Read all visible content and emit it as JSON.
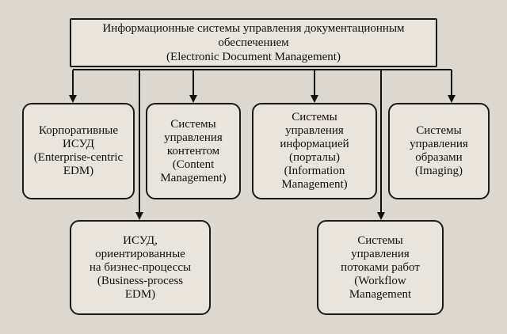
{
  "root": {
    "lines": [
      "Информационные системы управления документационным",
      "обеспечением",
      "(Electronic Document Management)"
    ]
  },
  "nodes": [
    {
      "id": "corporate",
      "lines": [
        "Корпоративные",
        "ИСУД",
        "(Enterprise-centric",
        "EDM)"
      ]
    },
    {
      "id": "content",
      "lines": [
        "Системы",
        "управления",
        "контентом",
        "(Content",
        "Management)"
      ]
    },
    {
      "id": "information",
      "lines": [
        "Системы",
        "управления",
        "информацией",
        "(порталы)",
        "(Information",
        "Management)"
      ]
    },
    {
      "id": "imaging",
      "lines": [
        "Системы",
        "управления",
        "образами",
        "(Imaging)"
      ]
    },
    {
      "id": "business-process",
      "lines": [
        "ИСУД,",
        "ориентированные",
        "на бизнес-процессы",
        "(Business-process",
        "EDM)"
      ]
    },
    {
      "id": "workflow",
      "lines": [
        "Системы",
        "управления",
        "потоками работ",
        "(Workflow",
        "Management"
      ]
    }
  ]
}
